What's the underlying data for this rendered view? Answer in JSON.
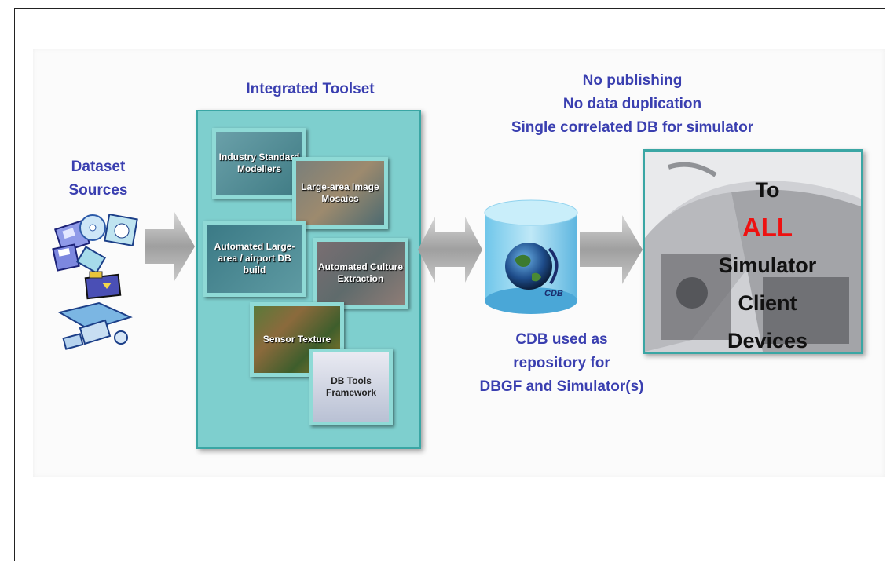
{
  "dataset_sources": {
    "line1": "Dataset",
    "line2": "Sources"
  },
  "toolset": {
    "title": "Integrated Toolset",
    "tiles": [
      {
        "id": "modellers",
        "label": "Industry Standard Modellers"
      },
      {
        "id": "mosaics",
        "label": "Large-area Image Mosaics"
      },
      {
        "id": "dbbuild",
        "label": "Automated Large-area / airport DB build"
      },
      {
        "id": "culture",
        "label": "Automated Culture Extraction"
      },
      {
        "id": "sensor",
        "label": "Sensor Texture"
      },
      {
        "id": "framework",
        "label": "DB Tools Framework"
      }
    ]
  },
  "notes": {
    "line1": "No publishing",
    "line2": "No data duplication",
    "line3": "Single correlated DB for simulator"
  },
  "cdb": {
    "icon_label": "CDB",
    "caption1": "CDB used as",
    "caption2": "repository for",
    "caption3": "DBGF and Simulator(s)"
  },
  "simulator": {
    "line1": "To",
    "line2": "ALL",
    "line3": "Simulator",
    "line4": "Client",
    "line5": "Devices"
  },
  "colors": {
    "accent_blue": "#3a3fb0",
    "teal": "#7ecfce",
    "teal_border": "#3aa6a4",
    "alert_red": "#ee1111"
  }
}
